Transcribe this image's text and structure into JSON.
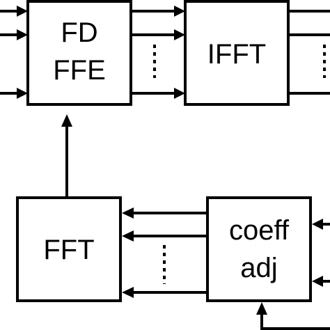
{
  "blocks": {
    "fd_ffe": {
      "line1": "FD",
      "line2": "FFE"
    },
    "ifft": {
      "label": "IFFT"
    },
    "fft": {
      "label": "FFT"
    },
    "coeff_adj": {
      "line1": "coeff",
      "line2": "adj"
    }
  },
  "colors": {
    "stroke": "#000000",
    "background": "#ffffff"
  }
}
